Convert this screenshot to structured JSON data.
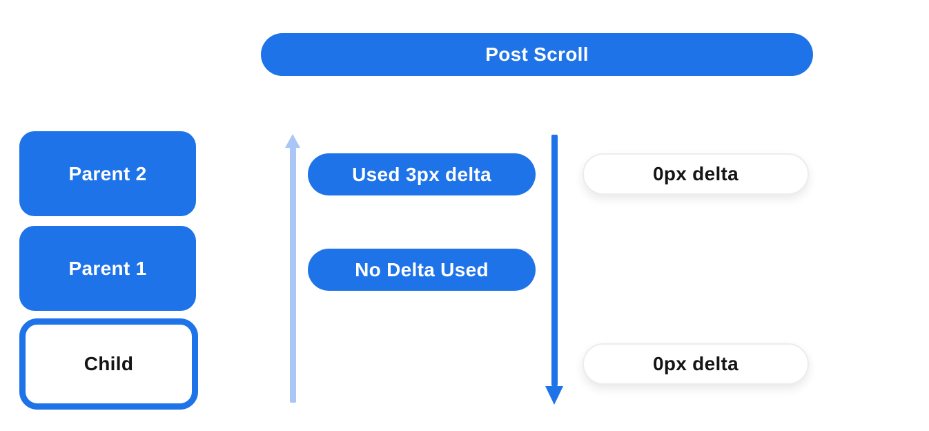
{
  "title": "Post Scroll delta distribution diagram",
  "colors": {
    "blue": "#1E73E8",
    "light_blue": "#A9C6F7",
    "white": "#ffffff",
    "dark_text": "#151515",
    "white_pill_border": "#ececec"
  },
  "header": {
    "label": "Post Scroll"
  },
  "left_column": {
    "boxes": [
      {
        "label": "Parent 2",
        "variant": "filled-blue"
      },
      {
        "label": "Parent 1",
        "variant": "filled-blue"
      },
      {
        "label": "Child",
        "variant": "white-outlined-blue"
      }
    ]
  },
  "middle_column": {
    "up_arrow": {
      "icon": "arrow-up-icon",
      "color": "#A9C6F7",
      "direction": "up"
    },
    "pills": [
      {
        "label": "Used 3px delta",
        "variant": "filled-blue"
      },
      {
        "label": "No Delta Used",
        "variant": "filled-blue"
      }
    ]
  },
  "right_column": {
    "down_arrow": {
      "icon": "arrow-down-icon",
      "color": "#1E73E8",
      "direction": "down"
    },
    "pills": [
      {
        "label": "0px delta",
        "variant": "white"
      },
      {
        "label": "0px delta",
        "variant": "white"
      }
    ]
  }
}
